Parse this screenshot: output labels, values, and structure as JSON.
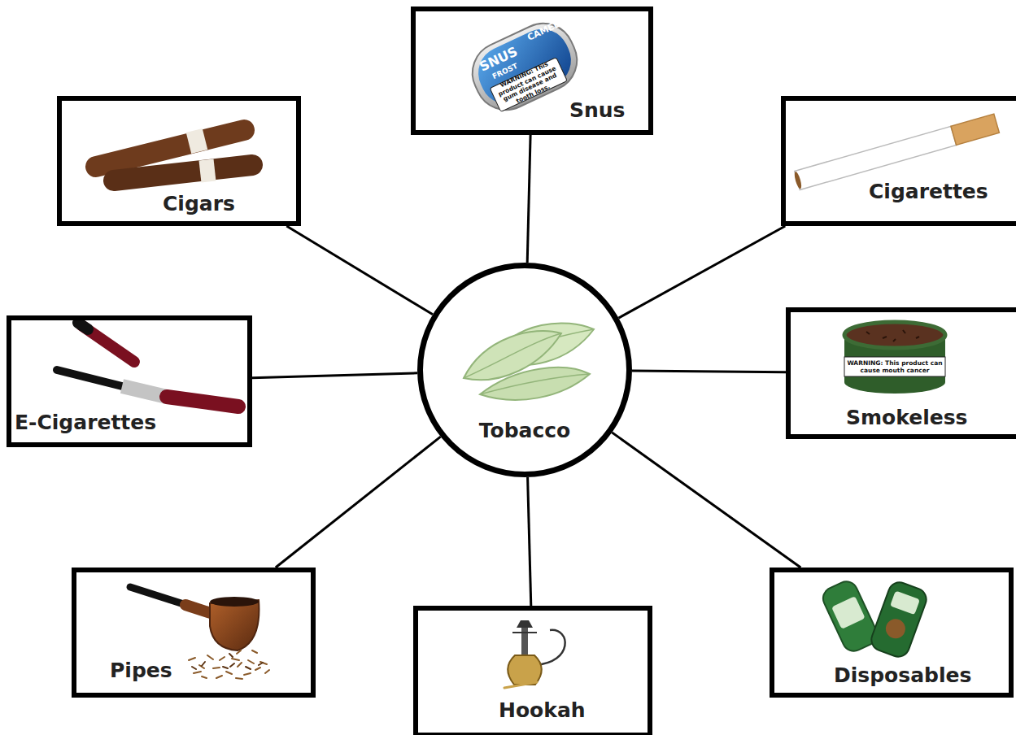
{
  "diagram": {
    "nodes": [
      {
        "text": [
          "Snus"
        ]
      },
      {
        "text": [
          "Cigars"
        ]
      },
      {
        "text": [
          "Cigarettes"
        ]
      },
      {
        "text": [
          "E-Cigarettes"
        ]
      },
      {
        "text": [
          "Tobacco"
        ]
      },
      {
        "text": [
          "Smokeless"
        ]
      },
      {
        "text": [
          "Pipes"
        ]
      },
      {
        "text": [
          "Hookah"
        ]
      },
      {
        "text": [
          "Disposables"
        ]
      }
    ],
    "edges": [
      {
        "from": 4,
        "to": 0,
        "arrow": "none"
      },
      {
        "from": 4,
        "to": 1,
        "arrow": "none"
      },
      {
        "from": 4,
        "to": 2,
        "arrow": "none"
      },
      {
        "from": 4,
        "to": 3,
        "arrow": "none"
      },
      {
        "from": 4,
        "to": 5,
        "arrow": "none"
      },
      {
        "from": 4,
        "to": 6,
        "arrow": "none"
      },
      {
        "from": 4,
        "to": 7,
        "arrow": "none"
      },
      {
        "from": 4,
        "to": 8,
        "arrow": "none"
      }
    ],
    "labels": [
      "CAMEL",
      "SNUS",
      "FROST",
      "WARNING: This product can cause gum disease and tooth loss.",
      "WARNING: This product can cause mouth cancer"
    ]
  }
}
